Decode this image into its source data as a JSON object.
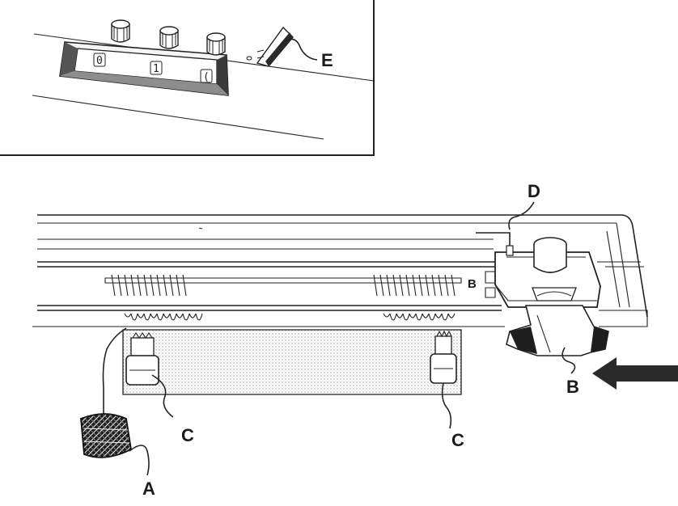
{
  "labels": {
    "a": "A",
    "b_main": "B",
    "b_bed": "B",
    "c_left": "C",
    "c_right": "C",
    "d": "D",
    "e": "E"
  },
  "dial": {
    "left": "0",
    "center": "1",
    "right": "("
  }
}
